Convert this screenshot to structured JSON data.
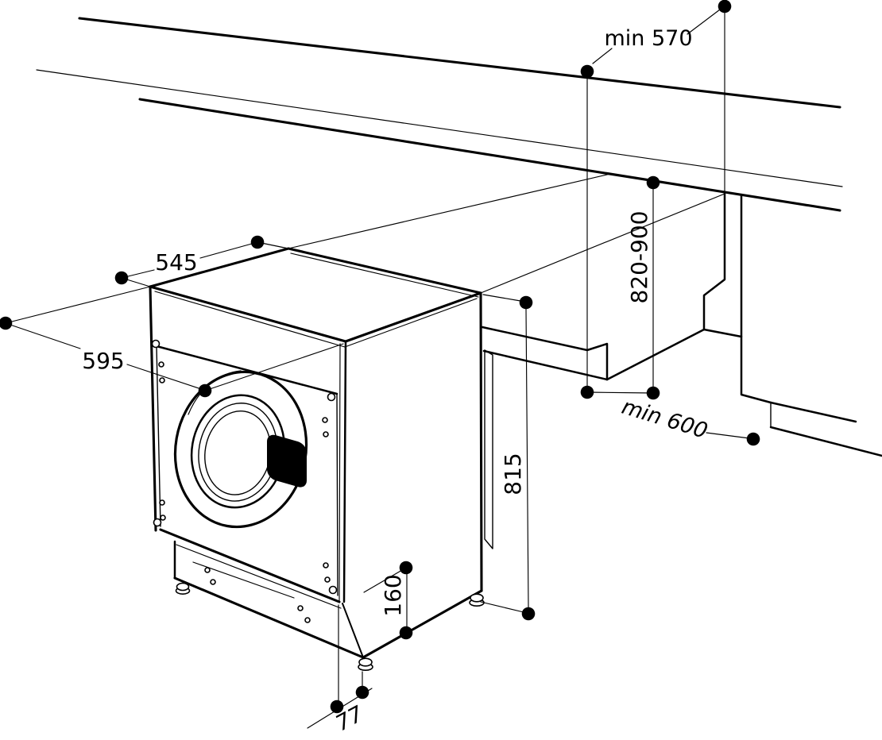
{
  "canvas": {
    "background": "#ffffff",
    "ink": "#000000"
  },
  "drawing": {
    "kind": "built-in washing machine installation dimension drawing"
  },
  "dimension_labels": {
    "top_clearance": "min 570",
    "top_depth": "545",
    "front_width": "595",
    "niche_height": "820-900",
    "niche_depth": "min 600",
    "body_height": "815",
    "plinth_height": "160",
    "foot_clearance": "77"
  }
}
